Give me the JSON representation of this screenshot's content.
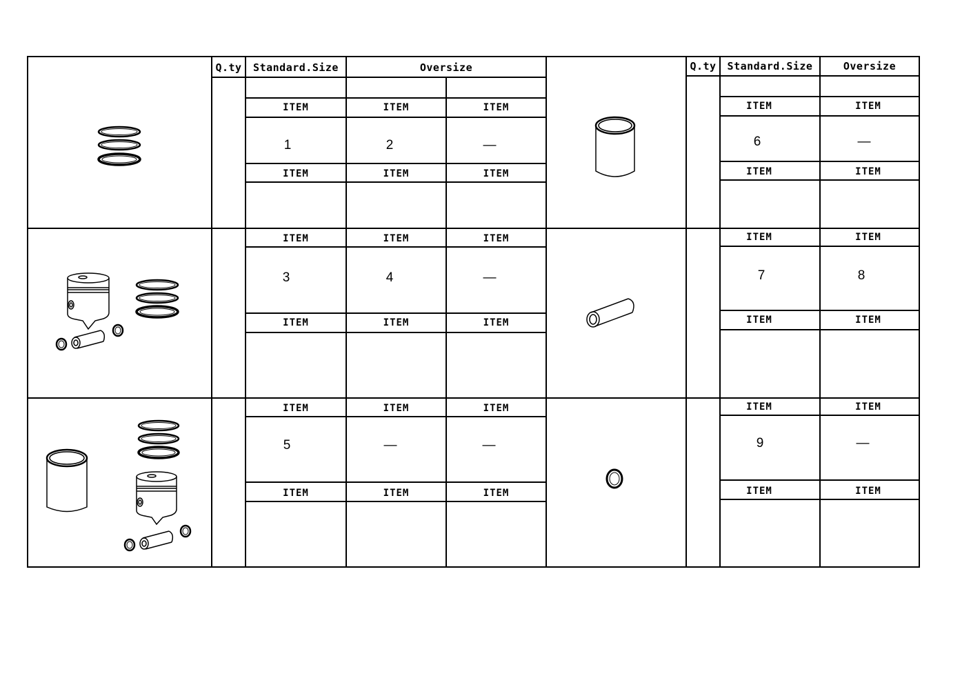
{
  "header": {
    "qty_label": "Q.ty",
    "standard_label": "Standard.Size",
    "oversize_label": "Oversize"
  },
  "item_label": "ITEM",
  "left_rows": [
    {
      "illustration": "piston-rings-set-icon",
      "values": [
        "1",
        "2",
        "—"
      ]
    },
    {
      "illustration": "piston-kit-icon",
      "values": [
        "3",
        "4",
        "—"
      ]
    },
    {
      "illustration": "cylinder-piston-kit-icon",
      "values": [
        "5",
        "—",
        "—"
      ]
    }
  ],
  "right_rows": [
    {
      "illustration": "cylinder-sleeve-icon",
      "values": [
        "6",
        "—"
      ]
    },
    {
      "illustration": "piston-pin-icon",
      "values": [
        "7",
        "8"
      ]
    },
    {
      "illustration": "circlip-icon",
      "values": [
        "9",
        "—"
      ]
    }
  ]
}
